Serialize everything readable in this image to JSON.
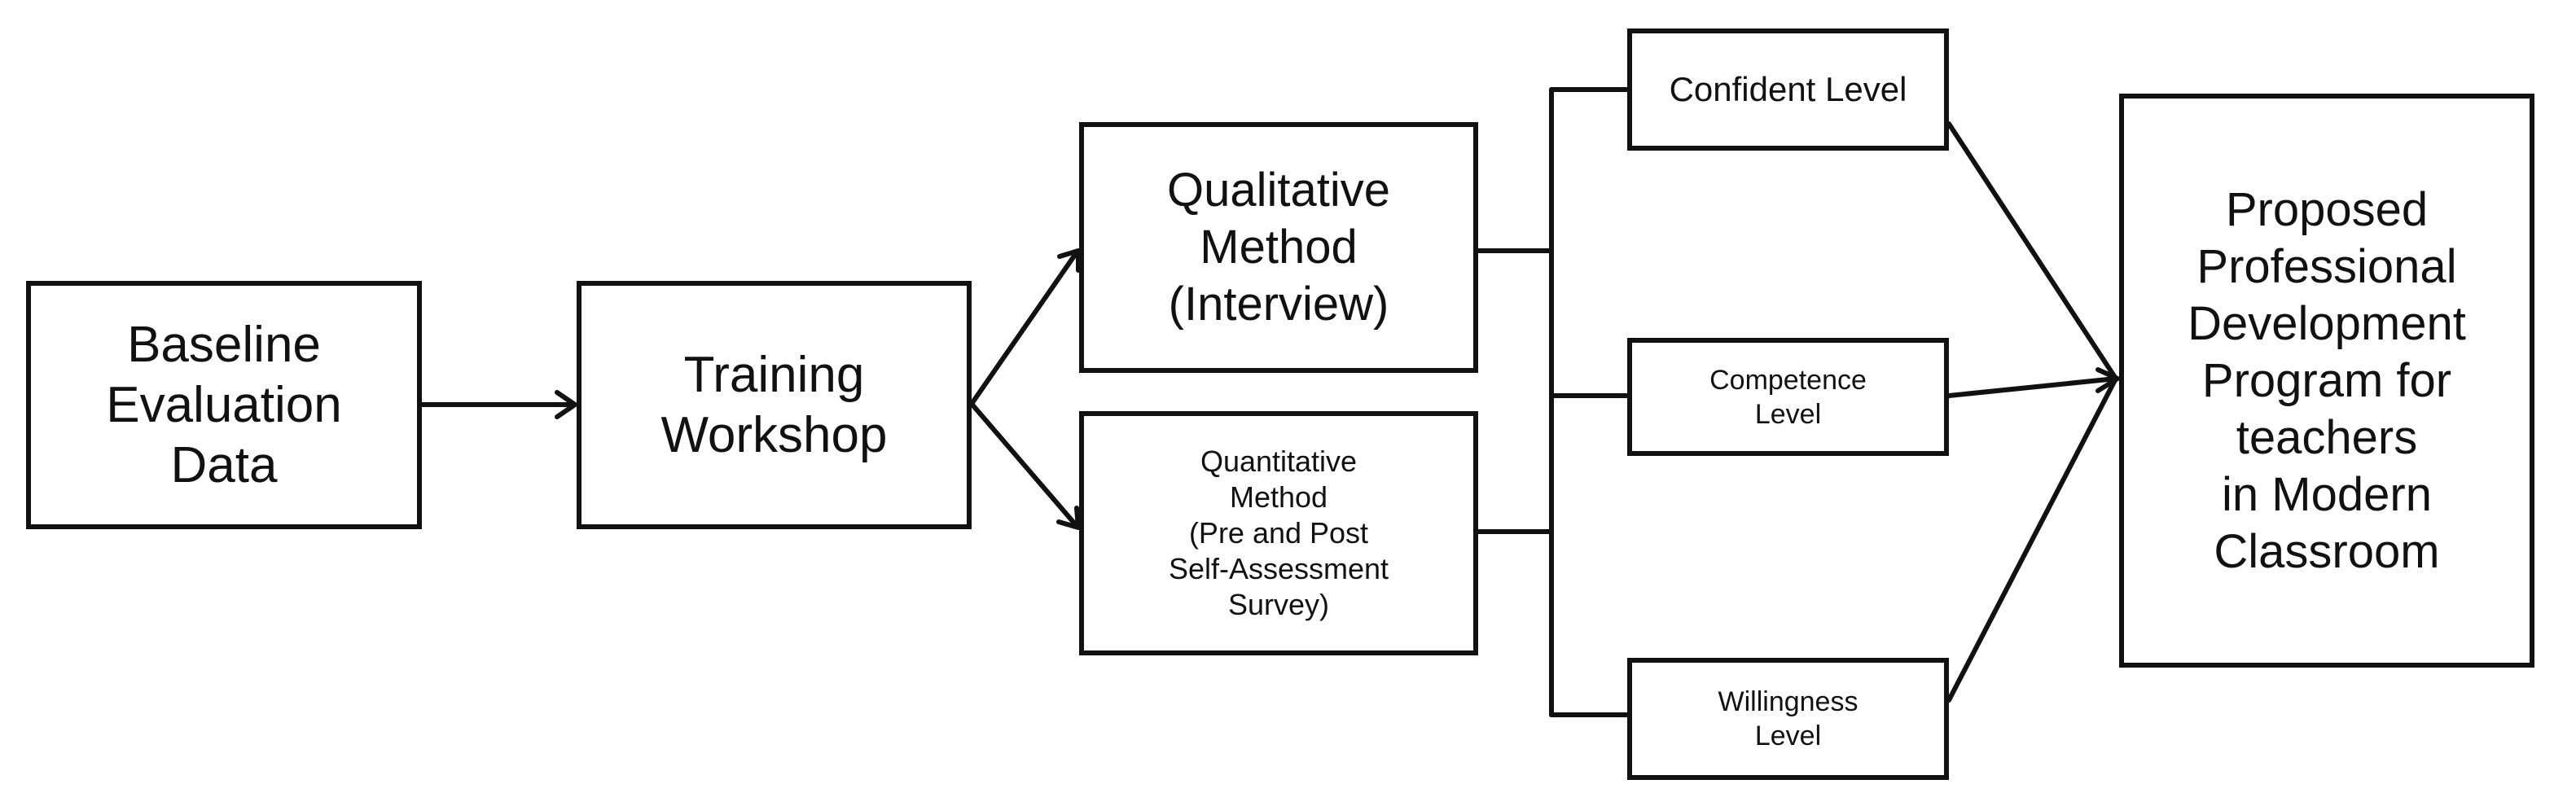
{
  "boxes": {
    "baseline": "Baseline\nEvaluation\nData",
    "training": "Training\nWorkshop",
    "qualitative": "Qualitative\nMethod\n(Interview)",
    "quantitative": "Quantitative\nMethod\n(Pre and Post\nSelf-Assessment\nSurvey)",
    "confident": "Confident Level",
    "competence": "Competence\nLevel",
    "willingness": "Willingness\nLevel",
    "program": "Proposed\nProfessional\nDevelopment\nProgram for\nteachers\nin Modern\nClassroom"
  },
  "colors": {
    "stroke": "#111111",
    "background": "#ffffff"
  }
}
